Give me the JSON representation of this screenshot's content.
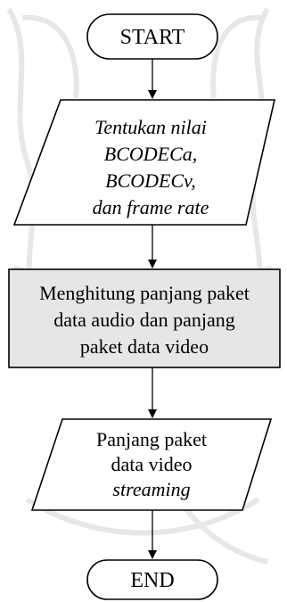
{
  "diagram": {
    "start": {
      "label": "START"
    },
    "input": {
      "lines": [
        "Tentukan nilai",
        "BCODECa,",
        "BCODECv,",
        "dan frame rate"
      ]
    },
    "process": {
      "lines": [
        "Menghitung panjang paket",
        "data audio dan panjang",
        "paket  data video"
      ]
    },
    "output": {
      "lines": [
        "Panjang paket",
        "data video",
        "streaming"
      ]
    },
    "end": {
      "label": "END"
    }
  },
  "colors": {
    "process_fill": "#e6e6e6",
    "shape_fill": "#ffffff",
    "stroke": "#000000",
    "background_watermark": "#d9d9d9"
  }
}
